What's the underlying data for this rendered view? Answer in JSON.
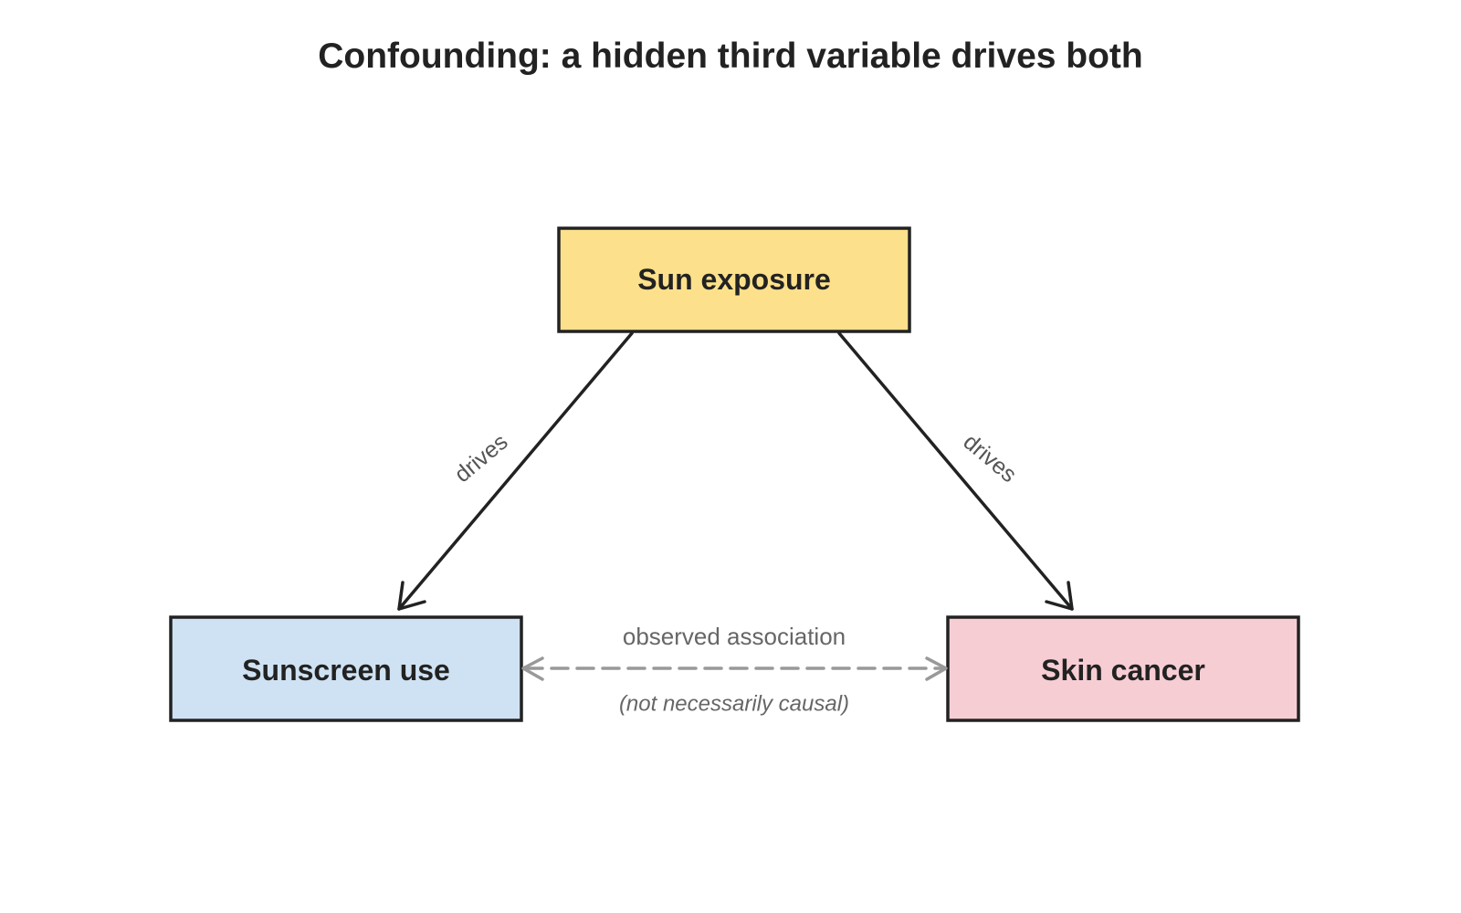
{
  "title": "Confounding: a hidden third variable drives both",
  "nodes": {
    "confounder": {
      "label": "Sun exposure",
      "fill": "#fde08b"
    },
    "exposure": {
      "label": "Sunscreen use",
      "fill": "#cfe2f3"
    },
    "outcome": {
      "label": "Skin cancer",
      "fill": "#f7cdd4"
    }
  },
  "edges": {
    "confounder_to_exposure": {
      "label": "drives"
    },
    "confounder_to_outcome": {
      "label": "drives"
    }
  },
  "association": {
    "label": "observed association",
    "note": "(not necessarily causal)"
  },
  "colors": {
    "text": "#222222",
    "edge": "#222222",
    "edge_label": "#555555",
    "association": "#999999",
    "association_text": "#666666"
  }
}
